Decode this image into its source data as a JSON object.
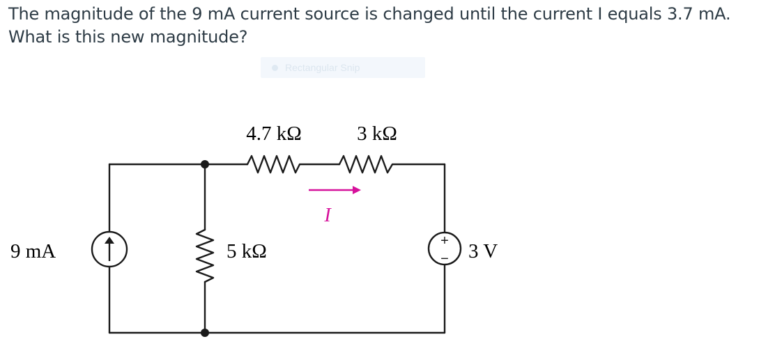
{
  "question": {
    "text": "The magnitude of the 9 mA current source is changed until the current I equals 3.7 mA. What is this new magnitude?"
  },
  "overlay": {
    "label": "Rectangular Snip"
  },
  "circuit": {
    "source_current_label": "9 mA",
    "r_shunt_label": "5 kΩ",
    "r_series1_label": "4.7 kΩ",
    "r_series2_label": "3 kΩ",
    "voltage_source_label": "3 V",
    "current_label": "I",
    "plus_sign": "+",
    "minus_sign": "−",
    "arrow_color": "#d6119b",
    "wire_color": "#1a1a1a"
  }
}
